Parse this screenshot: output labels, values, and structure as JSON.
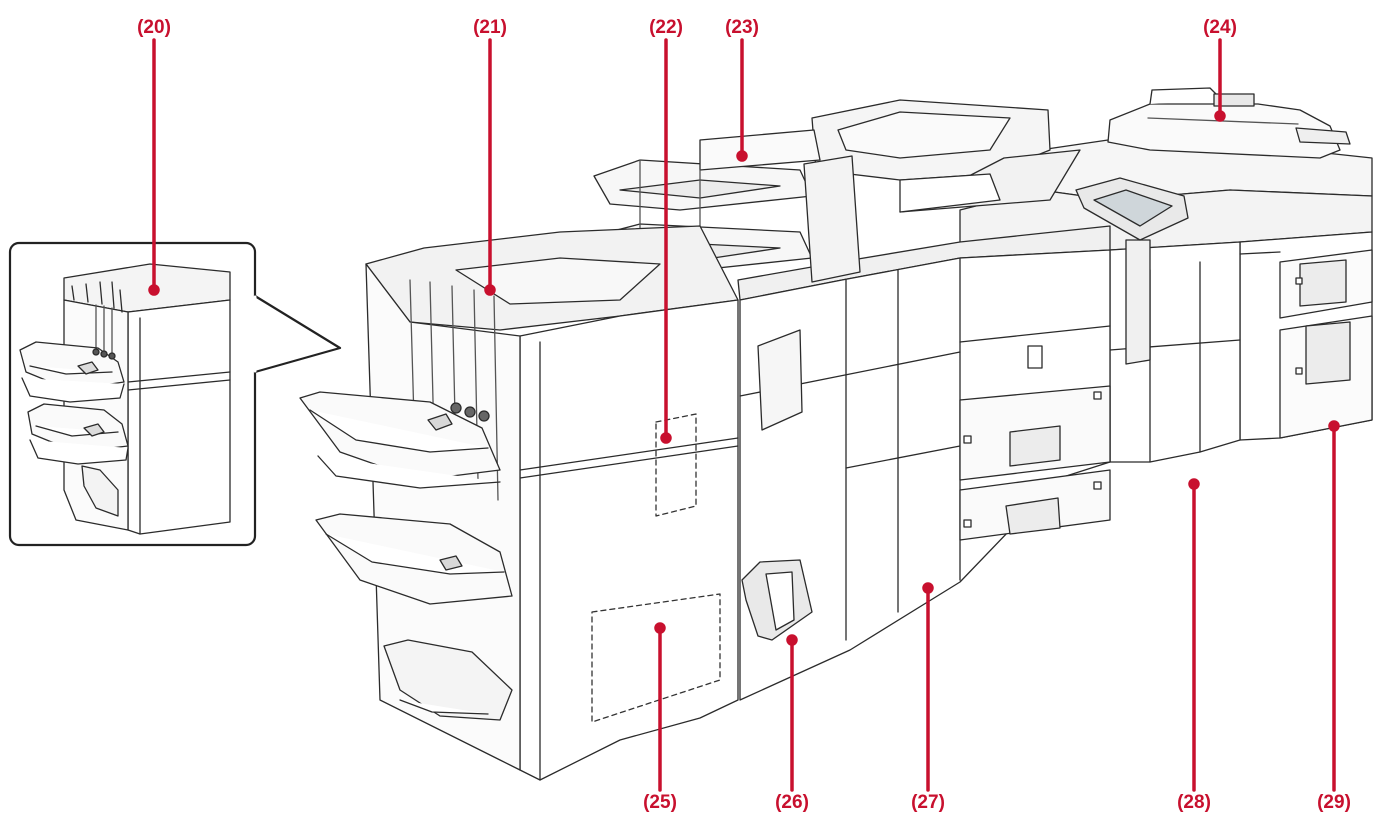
{
  "accent_color": "#c8102e",
  "callouts": [
    {
      "id": "20",
      "label": "(20)"
    },
    {
      "id": "21",
      "label": "(21)"
    },
    {
      "id": "22",
      "label": "(22)"
    },
    {
      "id": "23",
      "label": "(23)"
    },
    {
      "id": "24",
      "label": "(24)"
    },
    {
      "id": "25",
      "label": "(25)"
    },
    {
      "id": "26",
      "label": "(26)"
    },
    {
      "id": "27",
      "label": "(27)"
    },
    {
      "id": "28",
      "label": "(28)"
    },
    {
      "id": "29",
      "label": "(29)"
    }
  ]
}
